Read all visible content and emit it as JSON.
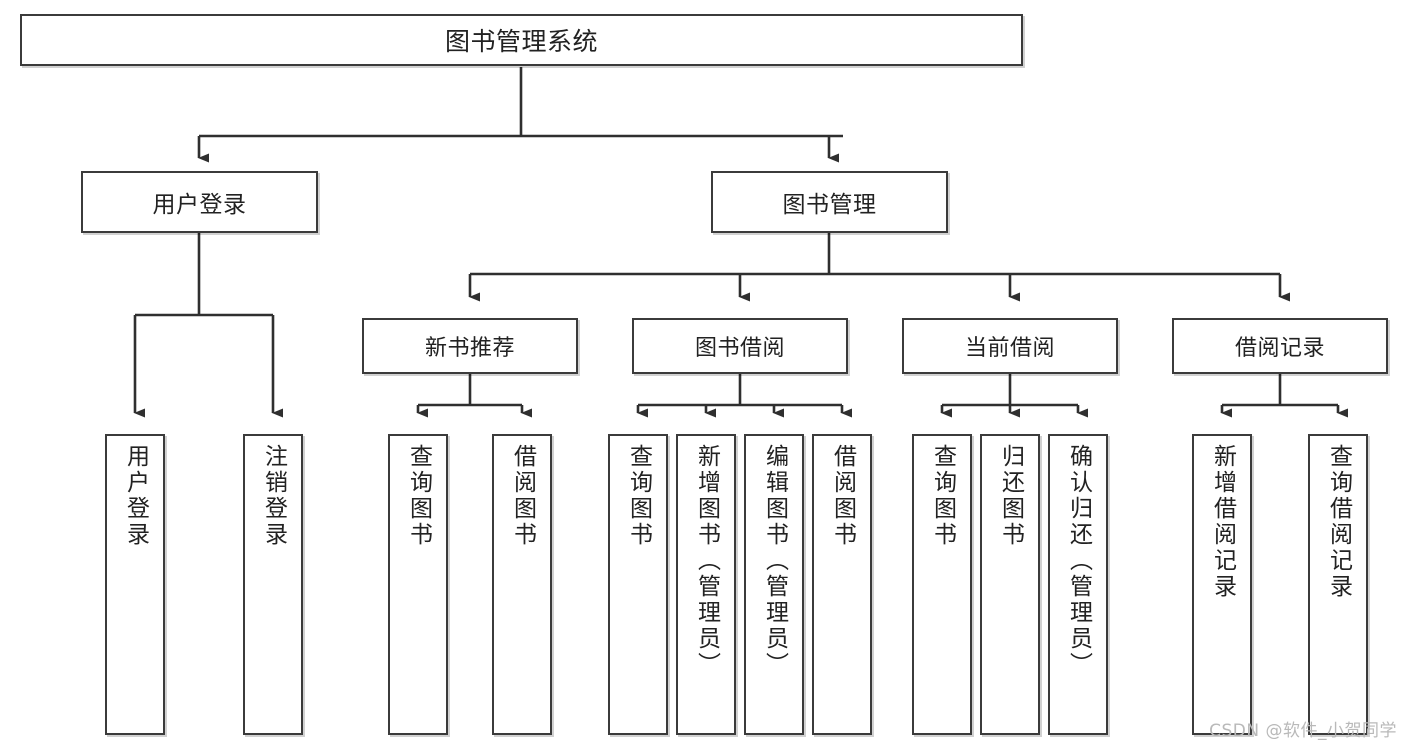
{
  "diagram": {
    "title": "图书管理系统",
    "type": "tree-hierarchy-chart",
    "watermark": "CSDN @软件_小贺同学",
    "colors": {
      "box_border": "#3b3b3b",
      "box_fill": "#ffffff",
      "connector": "#2f2f2f",
      "text": "#222222",
      "watermark": "#b9b9b9",
      "background": "#ffffff"
    },
    "root": {
      "label": "图书管理系统"
    },
    "level1": [
      {
        "label": "用户登录"
      },
      {
        "label": "图书管理"
      }
    ],
    "level2": [
      {
        "label": "新书推荐"
      },
      {
        "label": "图书借阅"
      },
      {
        "label": "当前借阅"
      },
      {
        "label": "借阅记录"
      }
    ],
    "leaves": {
      "user_login": [
        {
          "label": "用户登录"
        },
        {
          "label": "注销登录"
        }
      ],
      "new_book_recommend": [
        {
          "label": "查询图书"
        },
        {
          "label": "借阅图书"
        }
      ],
      "book_borrow": [
        {
          "label": "查询图书"
        },
        {
          "label": "新增图书（管理员）"
        },
        {
          "label": "编辑图书（管理员）"
        },
        {
          "label": "借阅图书"
        }
      ],
      "current_borrow": [
        {
          "label": "查询图书"
        },
        {
          "label": "归还图书"
        },
        {
          "label": "确认归还（管理员）"
        }
      ],
      "borrow_records": [
        {
          "label": "新增借阅记录"
        },
        {
          "label": "查询借阅记录"
        }
      ]
    }
  }
}
